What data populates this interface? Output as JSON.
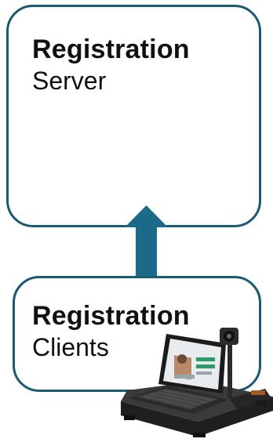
{
  "diagram": {
    "server_box": {
      "title": "Registration",
      "subtitle": "Server"
    },
    "clients_box": {
      "title": "Registration",
      "subtitle": "Clients"
    },
    "arrow": {
      "direction": "up",
      "color": "#1b6a8a"
    },
    "colors": {
      "box_border": "#1c5a74",
      "text": "#111111"
    },
    "icons": {
      "device": "registration-kiosk-device-icon"
    }
  }
}
